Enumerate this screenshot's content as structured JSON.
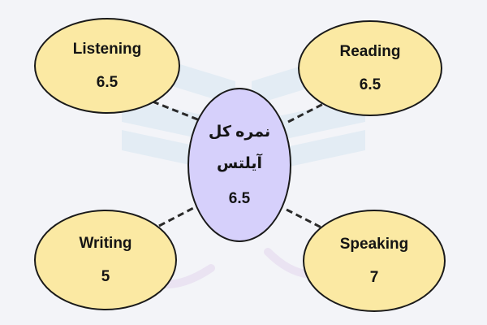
{
  "center": {
    "line1": "نمره کل",
    "line2": "آیلتس",
    "score": "6.5"
  },
  "skills": [
    {
      "name": "Listening",
      "score": "6.5"
    },
    {
      "name": "Reading",
      "score": "6.5"
    },
    {
      "name": "Writing",
      "score": "5"
    },
    {
      "name": "Speaking",
      "score": "7"
    }
  ],
  "colors": {
    "background": "#f3f4f8",
    "skill_fill": "#fbe9a3",
    "center_fill": "#d6d0fb",
    "outline": "#1a1a1a"
  }
}
